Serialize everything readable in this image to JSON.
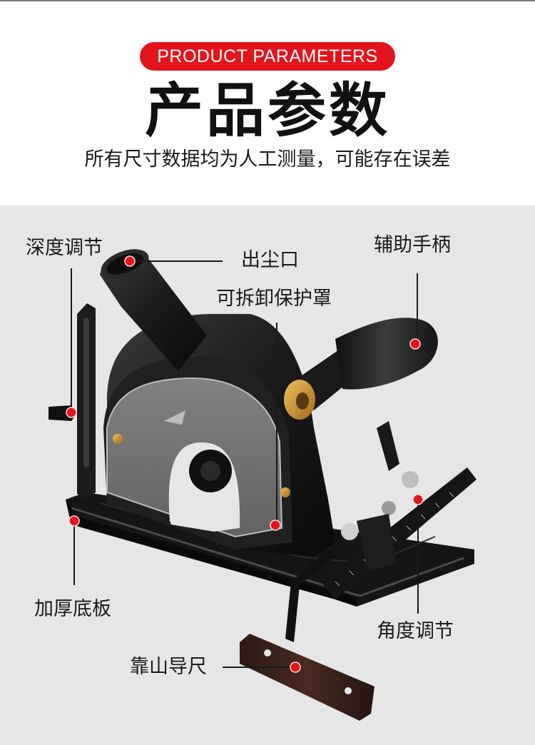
{
  "header": {
    "badge": "PRODUCT PARAMETERS",
    "title": "产品参数",
    "subtitle": "所有尺寸数据均为人工测量，可能存在误差"
  },
  "callouts": {
    "depth_adjust": "深度调节",
    "dust_outlet": "出尘口",
    "aux_handle": "辅助手柄",
    "removable_guard": "可拆卸保护罩",
    "thick_base": "加厚底板",
    "angle_adjust": "角度调节",
    "guide_fence": "靠山导尺"
  },
  "colors": {
    "accent": "#e3141b",
    "panel": "#e6e6e6",
    "tool_body": "#1c1c1c",
    "brass": "#c8962e"
  }
}
